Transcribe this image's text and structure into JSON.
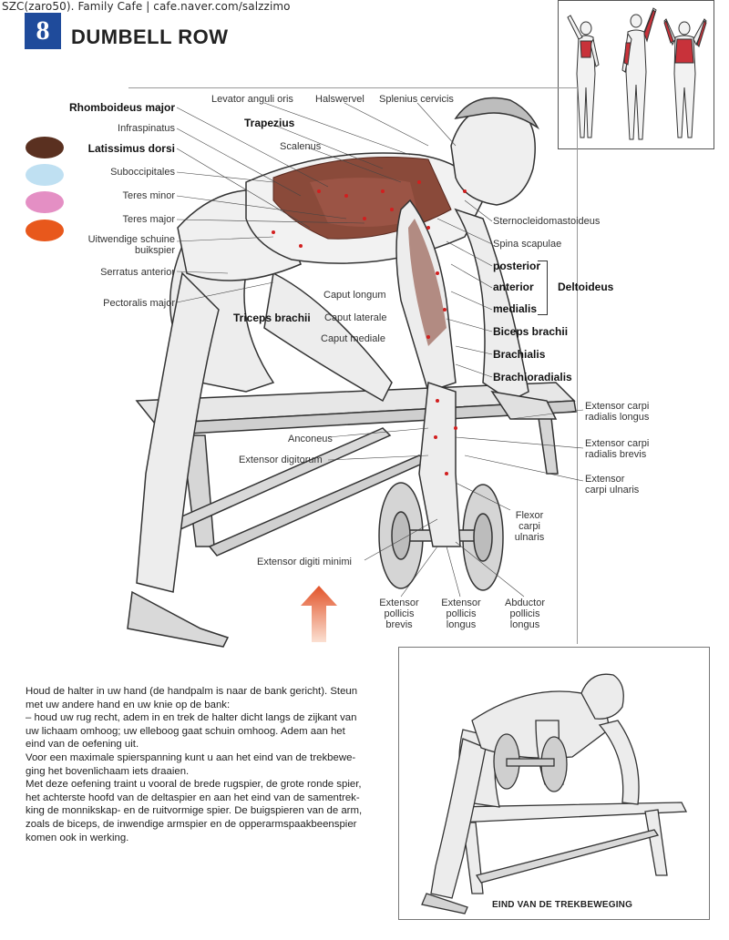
{
  "watermark": "SZC(zaro50). Family Cafe | cafe.naver.com/salzzimo",
  "header": {
    "number": "8",
    "title": "DUMBELL ROW"
  },
  "legend": {
    "colors": [
      "#5a3020",
      "#bfe0f2",
      "#e48fc4",
      "#e8581c"
    ]
  },
  "labels_left": [
    "Rhomboideus major",
    "Infraspinatus",
    "Latissimus dorsi",
    "Suboccipitales",
    "Teres minor",
    "Teres major",
    "Uitwendige schuine\nbuikspier",
    "Serratus anterior",
    "Pectoralis major"
  ],
  "labels_top": [
    "Levator anguli oris",
    "Halswervel",
    "Splenius cervicis",
    "Trapezius",
    "Scalenus"
  ],
  "labels_right": [
    "Sternocleidomastoideus",
    "Spina scapulae",
    "posterior",
    "anterior",
    "medialis",
    "Deltoideus",
    "Biceps brachii",
    "Brachialis",
    "Brachioradialis",
    "Extensor carpi\nradialis longus",
    "Extensor carpi\nradialis brevis",
    "Extensor\ncarpi ulnaris"
  ],
  "labels_center": [
    "Caput longum",
    "Triceps brachii",
    "Caput laterale",
    "Caput mediale",
    "Anconeus",
    "Extensor digitorum",
    "Flexor\ncarpi ulnaris",
    "Extensor digiti minimi",
    "Extensor\npollicis\nbrevis",
    "Extensor\npollicis\nlongus",
    "Abductor\npollicis\nlongus"
  ],
  "body_text": "Houd de halter in uw hand (de handpalm is naar de bank gericht). Steun\nmet uw andere hand en uw knie op de bank:\n– houd uw rug recht, adem in en trek de halter dicht langs de zijkant van\nuw lichaam omhoog; uw elleboog gaat schuin omhoog. Adem aan het\neind van de oefening uit.\nVoor een maximale spierspanning kunt u aan het eind van de trekbewe-\nging het bovenlichaam iets draaien.\nMet deze oefening traint u vooral de brede rugspier, de grote ronde spier,\nhet achterste hoofd van de deltaspier en aan het eind van de samentrek-\nking de monnikskap- en de ruitvormige spier. De buigspieren van de arm,\nzoals de biceps, de inwendige armspier en de opperarmspaakbeenspier\nkomen ook in werking.",
  "inset_caption": "EIND VAN DE TREKBEWEGING",
  "icons": [
    "arrow-up-icon",
    "figure-illustration",
    "muscle-thumbnail"
  ]
}
